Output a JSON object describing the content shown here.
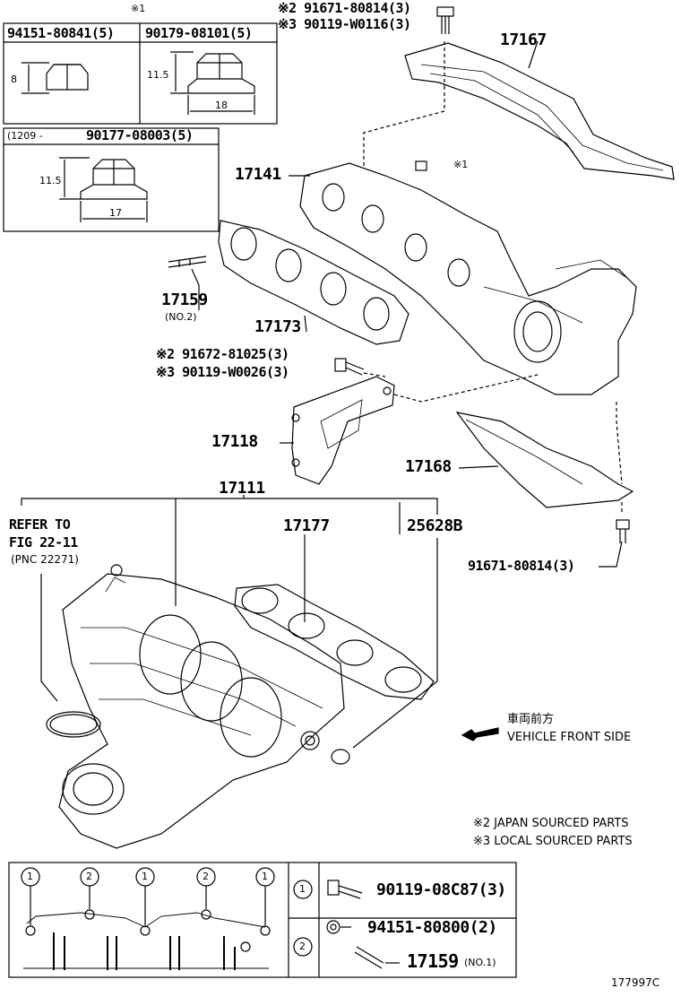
{
  "note_mark": "※1",
  "box_a": {
    "part": "94151-80841(5)",
    "dim_h": "8"
  },
  "box_b": {
    "part": "90179-08101(5)",
    "dim_h": "11.5",
    "dim_w": "18"
  },
  "box_c": {
    "date": "(1209 -",
    "part": "90177-08003(5)",
    "dim_h": "11.5",
    "dim_w": "17"
  },
  "top_bolt": {
    "jp": "※2 91671-80814(3)",
    "local": "※3 90119-W0116(3)"
  },
  "labels": {
    "p17167": "17167",
    "p17141": "17141",
    "nut_mark": "※1",
    "p17159": "17159",
    "p17159_sub": "(NO.2)",
    "p17173": "17173",
    "mid_bolt_jp": "※2 91672-81025(3)",
    "mid_bolt_local": "※3 90119-W0026(3)",
    "p17118": "17118",
    "p17168": "17168",
    "bolt_91671": "91671-80814(3)",
    "p17111": "17111",
    "refer1": "REFER TO",
    "refer2": "FIG 22-11",
    "refer3": "(PNC 22271)",
    "p17177": "17177",
    "p25628b": "25628B",
    "front_jp": "車両前方",
    "front_en": "VEHICLE FRONT SIDE",
    "note2": "※2 JAPAN SOURCED PARTS",
    "note3": "※3 LOCAL SOURCED PARTS",
    "fig_code": "177997C"
  },
  "legend": {
    "c1": "1",
    "c2": "2",
    "row1_part": "90119-08C87(3)",
    "row2_part": "94151-80800(2)",
    "row3_part": "17159",
    "row3_sub": "(NO.1)"
  }
}
